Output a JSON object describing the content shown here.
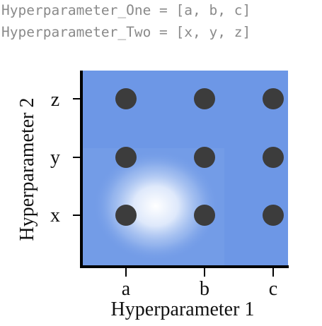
{
  "code": {
    "line1": "Hyperparameter_One = [a, b, c]",
    "line2": "Hyperparameter_Two = [x, y, z]"
  },
  "grid": {
    "x_labels": [
      "a",
      "b",
      "c"
    ],
    "y_labels": [
      "x",
      "y",
      "z"
    ],
    "x_axis_title": "Hyperparameter 1",
    "y_axis_title": "Hyperparameter 2",
    "point_color": "#3c3c3c",
    "background_color": "#6d97e6",
    "highlight_color": "#ffffff"
  }
}
